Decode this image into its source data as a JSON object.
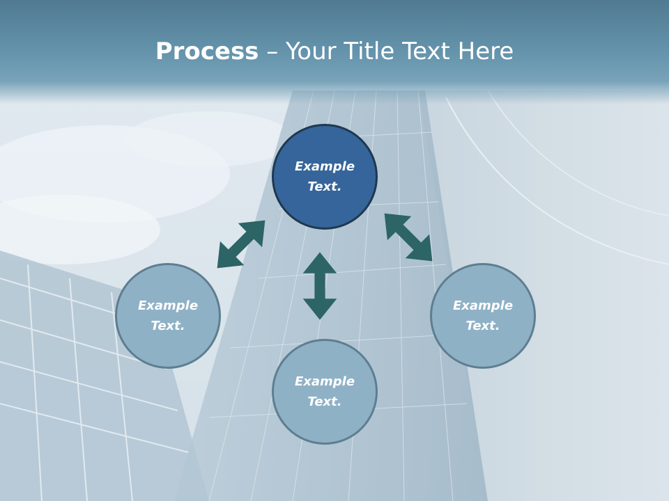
{
  "title": {
    "bold": "Process",
    "rest": " – Your Title Text Here"
  },
  "nodes": [
    {
      "line1": "Example",
      "line2": "Text."
    },
    {
      "line1": "Example",
      "line2": "Text."
    },
    {
      "line1": "Example",
      "line2": "Text."
    },
    {
      "line1": "Example",
      "line2": "Text."
    }
  ],
  "colors": {
    "title_band": "#5f8ea6",
    "node_light": "#8fb1c6",
    "node_dark": "#35659a",
    "arrow": "#2d6466"
  }
}
